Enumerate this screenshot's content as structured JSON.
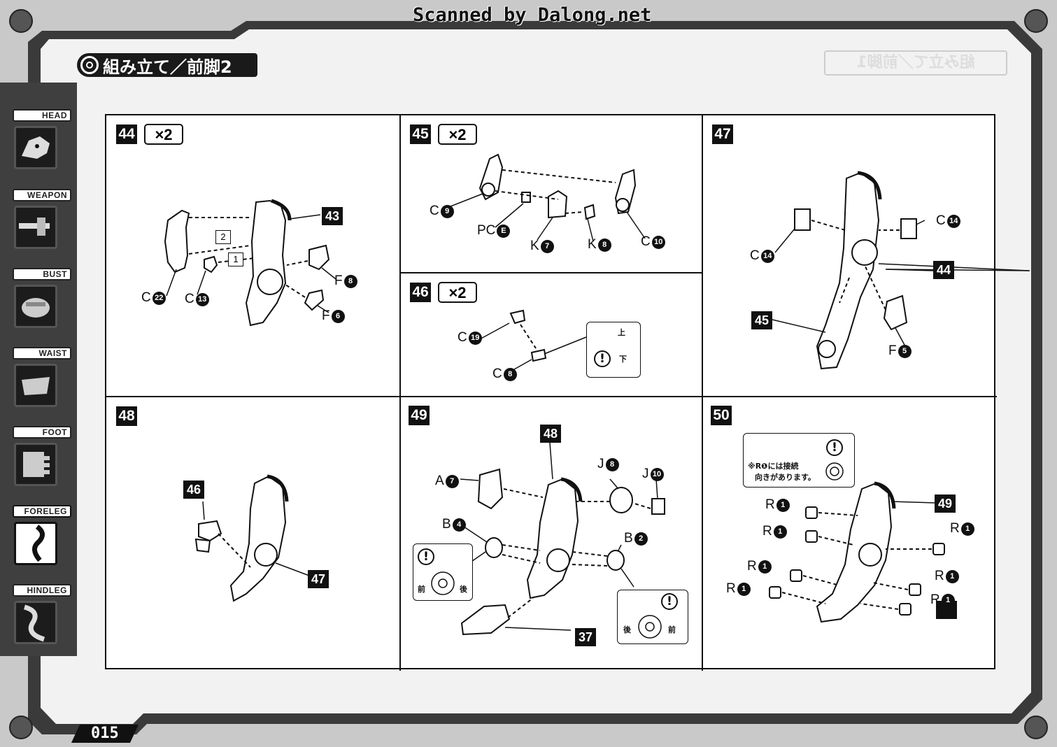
{
  "watermark": "Scanned by Dalong.net",
  "title": "組み立て／前脚2",
  "ghost_title": "組み立て／前脚1",
  "page_number": "015",
  "side_tabs": [
    {
      "label": "HEAD",
      "icon": "head-icon",
      "active": false
    },
    {
      "label": "WEAPON",
      "icon": "weapon-icon",
      "active": false
    },
    {
      "label": "BUST",
      "icon": "bust-icon",
      "active": false
    },
    {
      "label": "WAIST",
      "icon": "waist-icon",
      "active": false
    },
    {
      "label": "FOOT",
      "icon": "foot-icon",
      "active": false
    },
    {
      "label": "FORELEG",
      "icon": "foreleg-icon",
      "active": true
    },
    {
      "label": "HINDLEG",
      "icon": "hindleg-icon",
      "active": false
    }
  ],
  "steps": [
    {
      "number": "44",
      "qty": "×2",
      "labels": {
        "c22": "C",
        "c22n": "22",
        "c13": "C",
        "c13n": "13",
        "f8": "F",
        "f8n": "8",
        "f6": "F",
        "f6n": "6",
        "ref": "43",
        "box1": "1",
        "box2": "2"
      }
    },
    {
      "number": "45",
      "qty": "×2",
      "labels": {
        "c9": "C",
        "c9n": "9",
        "pce": "PC",
        "pcen": "E",
        "k7": "K",
        "k7n": "7",
        "k8": "K",
        "k8n": "8",
        "c10": "C",
        "c10n": "10"
      }
    },
    {
      "number": "46",
      "qty": "×2",
      "labels": {
        "c19": "C",
        "c19n": "19",
        "c8": "C",
        "c8n": "8",
        "up": "上",
        "down": "下"
      }
    },
    {
      "number": "47",
      "labels": {
        "c14a": "C",
        "c14an": "14",
        "c14b": "C",
        "c14bn": "14",
        "ref44": "44",
        "ref45": "45",
        "f5": "F",
        "f5n": "5"
      }
    },
    {
      "number": "48",
      "labels": {
        "ref46": "46",
        "ref47": "47"
      }
    },
    {
      "number": "49",
      "labels": {
        "ref48": "48",
        "a7": "A",
        "a7n": "7",
        "j8": "J",
        "j8n": "8",
        "j10": "J",
        "j10n": "10",
        "b4": "B",
        "b4n": "4",
        "b2": "B",
        "b2n": "2",
        "ref37": "37",
        "front": "前",
        "back": "後"
      }
    },
    {
      "number": "50",
      "labels": {
        "note_line1": "※R❶には接続",
        "note_line2": "向きがあります。",
        "ref49": "49",
        "r": "R",
        "rn": "1"
      }
    }
  ],
  "colors": {
    "frame": "#2a2a2a",
    "panel": "#ffffff",
    "ink": "#111111",
    "frame_light": "#bdbdbd"
  }
}
